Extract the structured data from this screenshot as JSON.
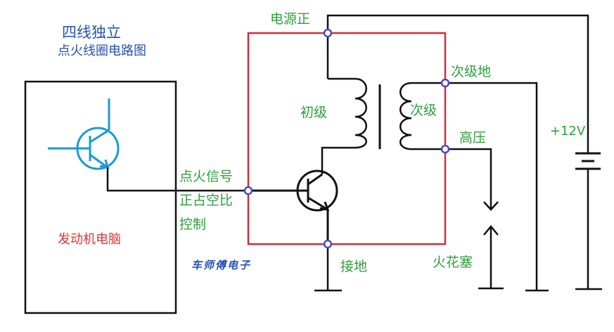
{
  "title": {
    "line1": "四线独立",
    "line2": "点火线圈电路图"
  },
  "labels": {
    "power_positive": "电源正",
    "secondary_ground": "次级地",
    "primary": "初级",
    "secondary": "次级",
    "high_voltage": "高压",
    "battery": "+12V",
    "ignition_signal": "点火信号",
    "duty_cycle": "正占空比",
    "control": "控制",
    "ecu": "发动机电脑",
    "ground": "接地",
    "spark_plug": "火花塞",
    "watermark": "车师傅电子"
  },
  "colors": {
    "wire": "#111111",
    "module_box": "#d42a3a",
    "junction": "#4a4ac8",
    "ecu_transistor": "#1a9ad8",
    "label_green": "#2e9e3e",
    "label_blue": "#2650b8",
    "label_red": "#e8322c"
  }
}
